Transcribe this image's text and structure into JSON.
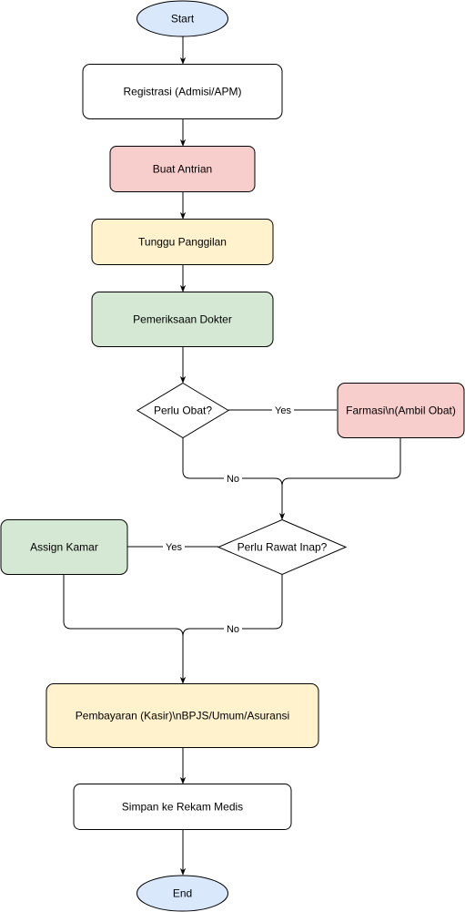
{
  "colors": {
    "terminal": "#dae8fc",
    "default": "#ffffff",
    "queue": "#f8cecc",
    "wait": "#fff2cc",
    "exam": "#d5e8d4",
    "pharmacy": "#f8cecc",
    "room": "#d5e8d4",
    "payment": "#fff2cc",
    "stroke": "#000000"
  },
  "nodes": {
    "start": "Start",
    "registrasi": "Registrasi (Admisi/APM)",
    "buat_antrian": "Buat Antrian",
    "tunggu_panggilan": "Tunggu Panggilan",
    "pemeriksaan_dokter": "Pemeriksaan Dokter",
    "perlu_obat": "Perlu Obat?",
    "farmasi": "Farmasi\\n(Ambil Obat)",
    "perlu_rawat_inap": "Perlu Rawat Inap?",
    "assign_kamar": "Assign Kamar",
    "pembayaran": "Pembayaran (Kasir)\\nBPJS/Umum/Asuransi",
    "simpan_rekam_medis": "Simpan ke Rekam Medis",
    "end": "End"
  },
  "edge_labels": {
    "obat_yes": "Yes",
    "obat_no": "No",
    "rawat_yes": "Yes",
    "rawat_no": "No"
  }
}
